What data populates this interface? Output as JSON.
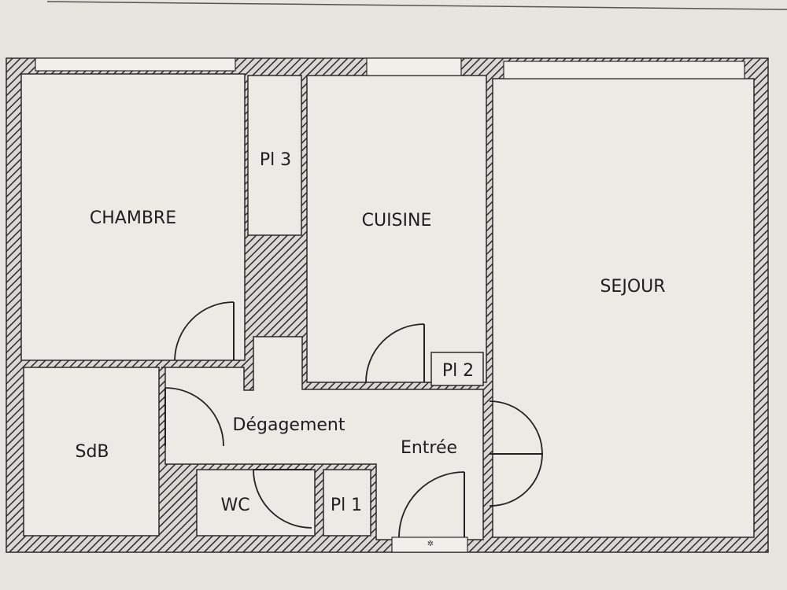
{
  "plan": {
    "rooms": {
      "chambre": "CHAMBRE",
      "placard3": "Pl 3",
      "cuisine": "CUISINE",
      "sejour": "SEJOUR",
      "placard2": "Pl 2",
      "degagement": "Dégagement",
      "entree": "Entrée",
      "sdb": "SdB",
      "wc": "WC",
      "placard1": "Pl 1"
    },
    "colors": {
      "background": "#e6e5e0",
      "room_fill": "#eceae5",
      "wall_line": "#2b2b2b"
    }
  }
}
